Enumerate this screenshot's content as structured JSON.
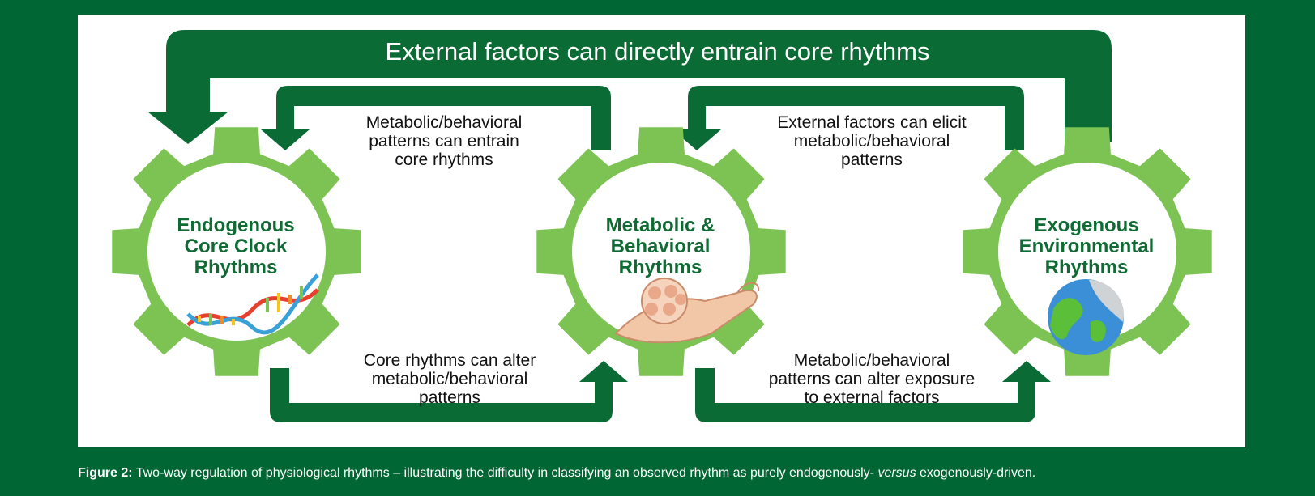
{
  "diagram": {
    "top_arrow_label": "External factors can directly entrain core rhythms",
    "arrows": {
      "left_top": [
        "Metabolic/behavioral",
        "patterns can entrain",
        "core rhythms"
      ],
      "right_top": [
        "External factors can elicit",
        "metabolic/behavioral",
        "patterns"
      ],
      "left_bottom": [
        "Core rhythms can alter",
        "metabolic/behavioral",
        "patterns"
      ],
      "right_bottom": [
        "Metabolic/behavioral",
        "patterns can alter exposure",
        "to external factors"
      ]
    },
    "gears": {
      "endogenous": [
        "Endogenous",
        "Core Clock",
        "Rhythms"
      ],
      "metabolic": [
        "Metabolic &",
        "Behavioral",
        "Rhythms"
      ],
      "exogenous": [
        "Exogenous",
        "Environmental",
        "Rhythms"
      ]
    },
    "colors": {
      "gear": "#7cc354",
      "arrow": "#0b6b35",
      "background": "#006633",
      "gear_text": "#0f6b33"
    },
    "icons": {
      "endogenous": "dna-icon",
      "metabolic": "muscle-fiber-icon",
      "exogenous": "globe-icon"
    }
  },
  "caption": {
    "label": "Figure 2:",
    "text_before": " Two-way regulation of physiological rhythms – illustrating the difficulty in classifying an observed rhythm as purely endogenously- ",
    "emphasis": "versus",
    "text_after": " exogenously-driven."
  }
}
